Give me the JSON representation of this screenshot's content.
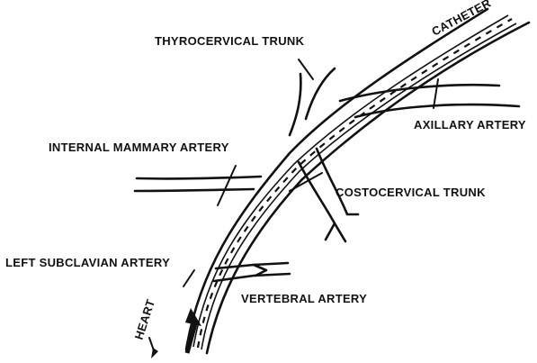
{
  "labels": {
    "catheter": "CATHETER",
    "thyrocervical_trunk": "THYROCERVICAL TRUNK",
    "axillary_artery": "AXILLARY ARTERY",
    "internal_mammary_artery": "INTERNAL MAMMARY ARTERY",
    "costocervical_trunk": "COSTOCERVICAL TRUNK",
    "left_subclavian_artery": "LEFT SUBCLAVIAN ARTERY",
    "vertebral_artery": "VERTEBRAL ARTERY",
    "heart": "HEART"
  }
}
